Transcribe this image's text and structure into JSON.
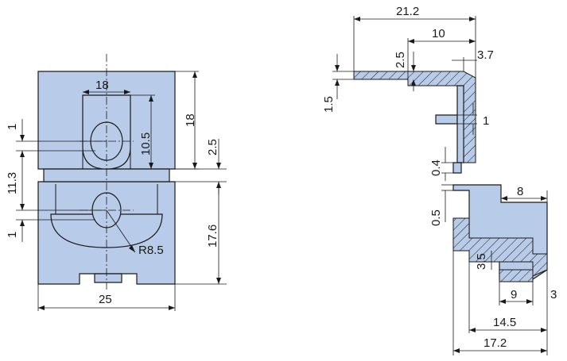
{
  "front_view": {
    "dims": {
      "top_width": "18",
      "height_upper": "18",
      "slot_height": "10.5",
      "gap": "2.5",
      "overall_left": "11.3",
      "left_top_small": "1",
      "left_bottom_small": "1",
      "height_lower": "17.6",
      "radius": "R8.5",
      "width": "25"
    }
  },
  "side_view": {
    "dims": {
      "top_length": "21.2",
      "top_inner": "10",
      "top_step": "2.5",
      "wall": "3.7",
      "lip": "1.5",
      "pin": "1",
      "gap_upper": "0.4",
      "gap_lower": "0.5",
      "hook_width": "8",
      "hook_height": "3.5",
      "bottom_9": "9",
      "bottom_3": "3",
      "bottom_14_5": "14.5",
      "bottom_17_2": "17.2"
    }
  }
}
